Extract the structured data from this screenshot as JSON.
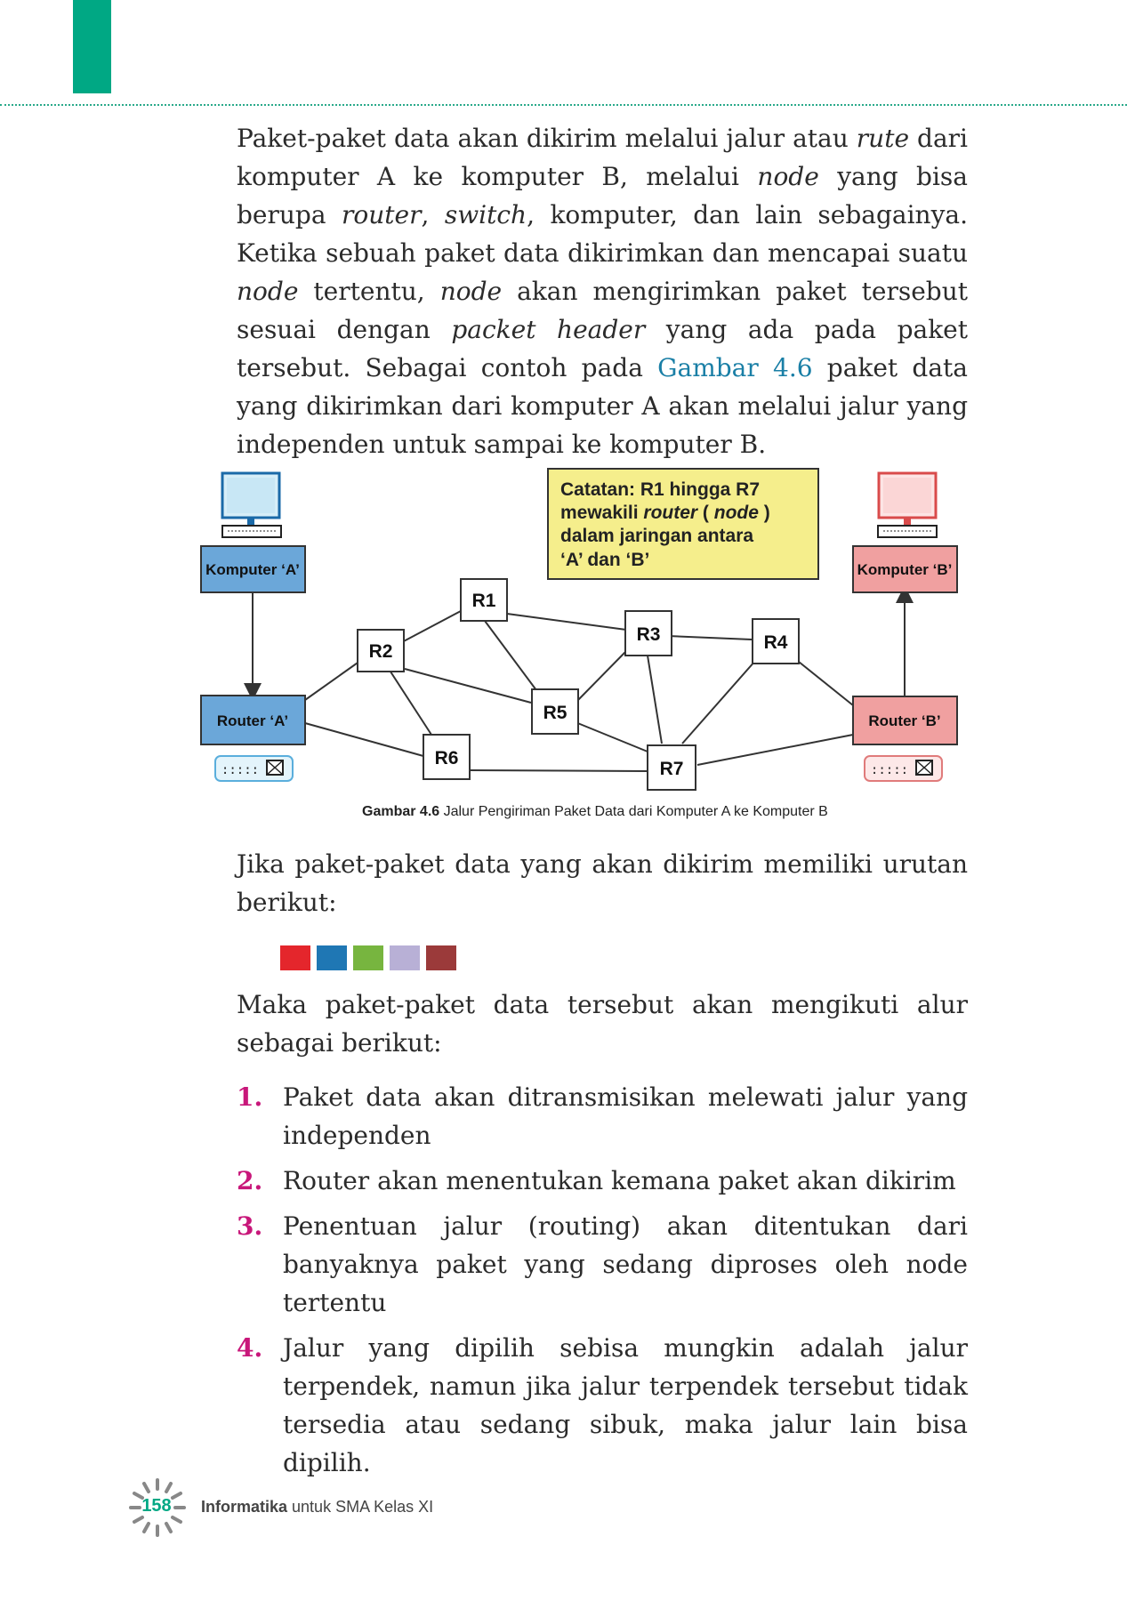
{
  "paragraph1": {
    "t1": "Paket-paket data akan dikirim melalui jalur atau ",
    "i1": "rute",
    "t2": " dari komputer A ke komputer B, melalui ",
    "i2": "node",
    "t3": " yang bisa berupa ",
    "i3": "router",
    "t4": ", ",
    "i4": "switch",
    "t5": ", komputer, dan lain sebagainya. Ketika sebuah paket data dikirimkan dan mencapai suatu ",
    "i5": "node",
    "t6": " tertentu, ",
    "i6": "node",
    "t7": " akan mengirimkan paket tersebut sesuai dengan ",
    "i7": "packet header",
    "t8": " yang ada pada paket tersebut. Sebagai contoh pada ",
    "link": "Gambar 4.6",
    "t9": " paket data yang dikirimkan dari komputer A akan melalui jalur yang independen untuk sampai ke komputer B."
  },
  "figure": {
    "note_line1": "Catatan: R1 hingga R7",
    "note_line2_a": "mewakili ",
    "note_line2_b": "router",
    "note_line2_c": " ( ",
    "note_line2_d": "node",
    "note_line2_e": " )",
    "note_line3": "dalam jaringan antara",
    "note_line4": "‘A’ dan ‘B’",
    "komputer_a": "Komputer ‘A’",
    "komputer_b": "Komputer ‘B’",
    "router_a": "Router ‘A’",
    "router_b": "Router ‘B’",
    "nodes": [
      "R1",
      "R2",
      "R3",
      "R4",
      "R5",
      "R6",
      "R7"
    ],
    "colors": {
      "blue_box": "#6ba7d9",
      "red_box": "#f0a0a0",
      "note_bg": "#f5ee8c"
    },
    "caption_label": "Gambar 4.6",
    "caption_text": " Jalur Pengiriman Paket Data dari Komputer A ke Komputer B"
  },
  "paragraph2": "Jika paket-paket data yang akan dikirim memiliki urutan berikut:",
  "packet_colors": [
    "#e4262c",
    "#1f77b4",
    "#77b53f",
    "#b8b0d6",
    "#9b3a3a"
  ],
  "paragraph3": "Maka paket-paket data tersebut akan mengikuti alur sebagai berikut:",
  "steps": [
    {
      "num": "1.",
      "text": "Paket data akan ditransmisikan melewati jalur yang independen"
    },
    {
      "num": "2.",
      "text": "Router akan menentukan kemana paket akan dikirim"
    },
    {
      "num": "3.",
      "text": "Penentuan jalur (routing) akan ditentukan dari banyaknya paket yang sedang diproses oleh node tertentu"
    },
    {
      "num": "4.",
      "text": "Jalur yang dipilih sebisa mungkin adalah jalur terpendek, namun jika jalur terpendek tersebut tidak tersedia atau sedang sibuk, maka jalur lain bisa dipilih."
    }
  ],
  "footer": {
    "page_number": "158",
    "book_bold": "Informatika",
    "book_rest": " untuk SMA Kelas XI"
  },
  "accent_color": "#00a884"
}
